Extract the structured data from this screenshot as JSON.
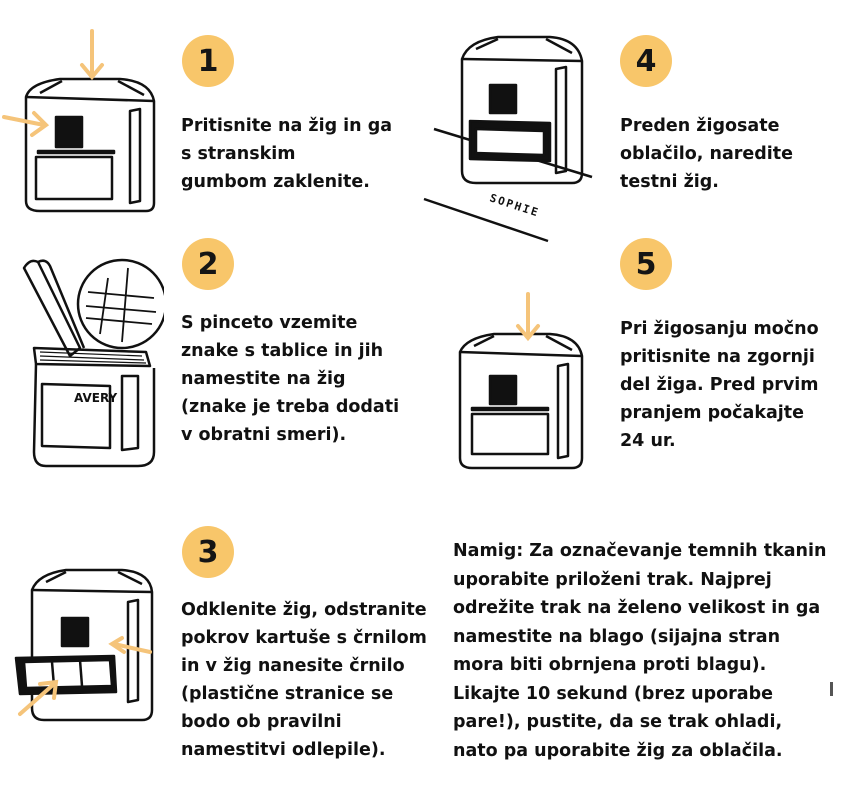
{
  "steps": [
    {
      "number": "1",
      "text": "Pritisnite na žig in ga\ns stranskim\ngumbom zaklenite."
    },
    {
      "number": "2",
      "text": "S pinceto vzemite\nznake s tablice in jih\nnamestite na žig\n(znake je treba dodati\nv obratni smeri)."
    },
    {
      "number": "3",
      "text": "Odklenite žig, odstranite\npokrov kartuše s črnilom\nin v žig nanesite črnilo\n(plastične stranice se\nbodo ob pravilni\nnamestitvi odlepile)."
    },
    {
      "number": "4",
      "text": "Preden žigosate\noblačilo, naredite\ntestni žig."
    },
    {
      "number": "5",
      "text": "Pri žigosanju močno\npritisnite na zgornji\ndel žiga. Pred prvim\npranjem počakajte\n24 ur."
    }
  ],
  "tip": "Namig: Za označevanje temnih tkanin\nuporabite priloženi trak. Najprej\nodrežite trak na želeno velikost in ga\nnamestite na blago (sijajna stran\nmora biti obrnjena proti blagu).\nLikajte 10 sekund (brez uporabe\npare!), pustite, da se trak ohladi,\nnato pa uporabite žig za oblačila.",
  "illustration_labels": {
    "brand": "AVERY",
    "sample_print": "SOPHIE"
  },
  "colors": {
    "badge": "#f8c66a",
    "arrow": "#f5c47a",
    "ink": "#111111"
  }
}
